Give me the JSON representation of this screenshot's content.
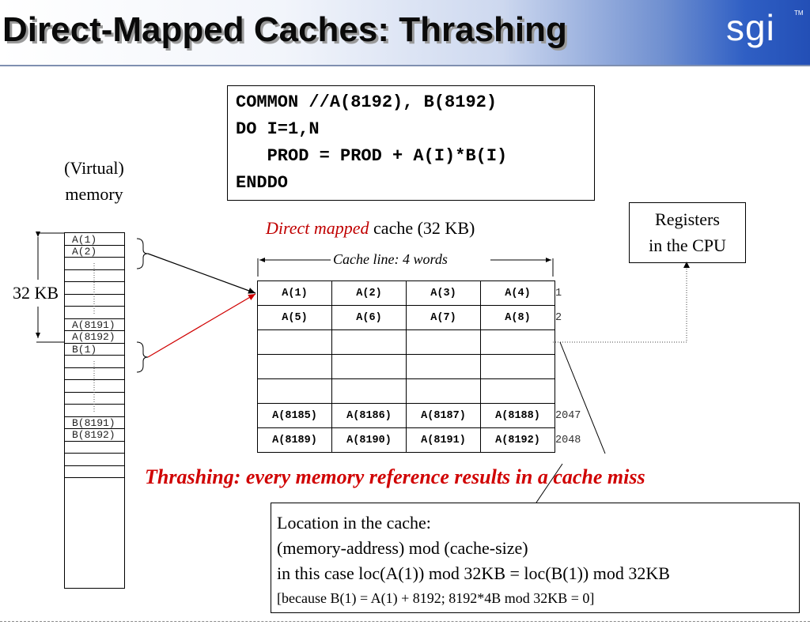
{
  "slide": {
    "title": "Direct-Mapped Caches: Thrashing",
    "logo": "sgi",
    "logo_tm": "TM"
  },
  "code": {
    "lines": [
      "COMMON //A(8192), B(8192)",
      "DO I=1,N",
      "   PROD = PROD + A(I)*B(I)",
      "ENDDO"
    ]
  },
  "memory": {
    "label_line1": "(Virtual)",
    "label_line2": "memory",
    "size_label": "32 KB",
    "cells": [
      "A(1)",
      "A(2)",
      "A(8191)",
      "A(8192)",
      "B(1)",
      "B(8191)",
      "B(8192)"
    ]
  },
  "cache": {
    "caption_italic": "Direct mapped",
    "caption_rest": " cache (32 KB)",
    "line_label": "Cache line: 4 words",
    "rows": [
      {
        "cells": [
          "A(1)",
          "A(2)",
          "A(3)",
          "A(4)"
        ],
        "num": "1"
      },
      {
        "cells": [
          "A(5)",
          "A(6)",
          "A(7)",
          "A(8)"
        ],
        "num": "2"
      },
      {
        "cells": [
          "",
          "",
          "",
          ""
        ],
        "num": ""
      },
      {
        "cells": [
          "",
          "",
          "",
          ""
        ],
        "num": ""
      },
      {
        "cells": [
          "",
          "",
          "",
          ""
        ],
        "num": ""
      },
      {
        "cells": [
          "A(8185)",
          "A(8186)",
          "A(8187)",
          "A(8188)"
        ],
        "num": "2047"
      },
      {
        "cells": [
          "A(8189)",
          "A(8190)",
          "A(8191)",
          "A(8192)"
        ],
        "num": "2048"
      }
    ]
  },
  "registers": {
    "line1": "Registers",
    "line2": "in the CPU"
  },
  "thrashing": "Thrashing: every memory reference results in a cache miss",
  "location": {
    "line1": "Location in the cache:",
    "line2": "(memory-address) mod (cache-size)",
    "line3": "in this case loc(A(1)) mod 32KB = loc(B(1)) mod 32KB",
    "line4": "[because B(1) = A(1) + 8192;  8192*4B mod 32KB = 0]"
  },
  "colors": {
    "accent_red": "#d00000",
    "banner_blue": "#234fb6"
  }
}
